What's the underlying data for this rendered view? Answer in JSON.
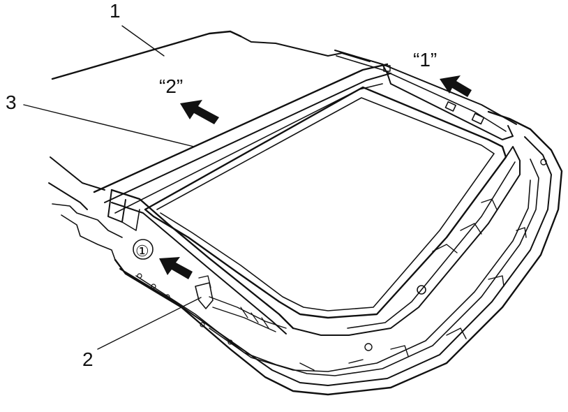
{
  "callouts": {
    "part_1": "1",
    "part_2": "2",
    "part_3": "3",
    "step_1": "①",
    "direction_1": "“1”",
    "direction_2": "“2”"
  },
  "colors": {
    "ink": "#111111",
    "paper": "#ffffff",
    "glass": "#ffffff"
  },
  "icons": [
    "arrow-icon",
    "circled-number-icon"
  ]
}
